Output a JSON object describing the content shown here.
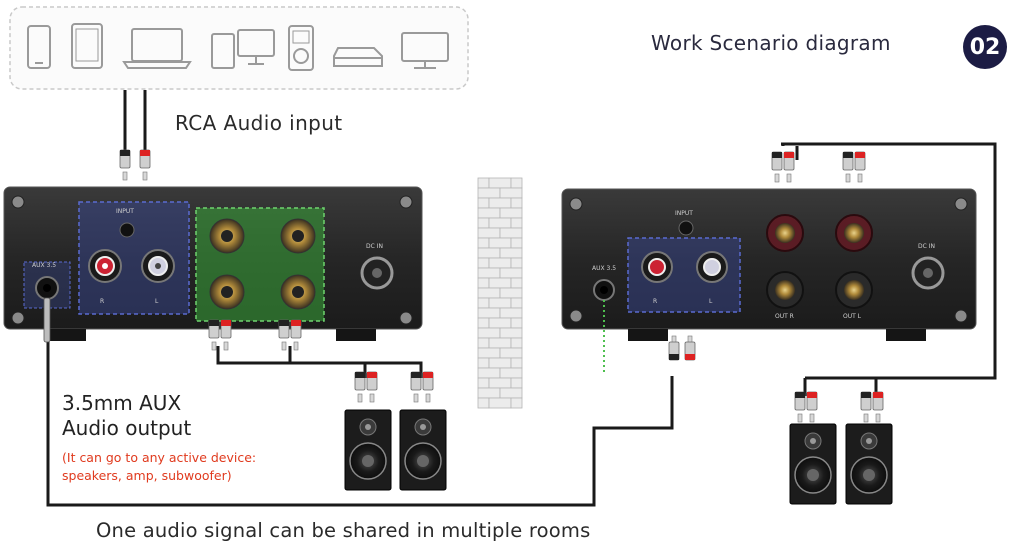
{
  "title": {
    "text": "Work Scenario diagram",
    "badge": "02",
    "badge_color": "#1c1c44"
  },
  "source_devices": [
    "phone-icon",
    "tablet-icon",
    "laptop-icon",
    "desktop-pc-icon",
    "mp3-player-icon",
    "set-top-box-icon",
    "monitor-icon"
  ],
  "labels": {
    "rca_input": "RCA Audio input",
    "aux_title_line1": "3.5mm AUX",
    "aux_title_line2": "Audio output",
    "aux_note_line1": "(It can go to any active device:",
    "aux_note_line2": "speakers, amp, subwoofer)",
    "bottom_caption": "One audio signal can be shared in multiple rooms"
  },
  "amplifier_panel": {
    "input": "INPUT",
    "aux": "AUX 3.5",
    "r": "R",
    "l": "L",
    "dc_in": "DC IN",
    "out_r": "OUT R",
    "out_l": "OUT L"
  },
  "colors": {
    "panel": "#2b2b2b",
    "input_highlight": "#3a4a9a",
    "output_highlight": "#39a639",
    "note_text": "#e03a1e",
    "cable": "#1a1a1a",
    "wall": "#e6e6e6"
  }
}
